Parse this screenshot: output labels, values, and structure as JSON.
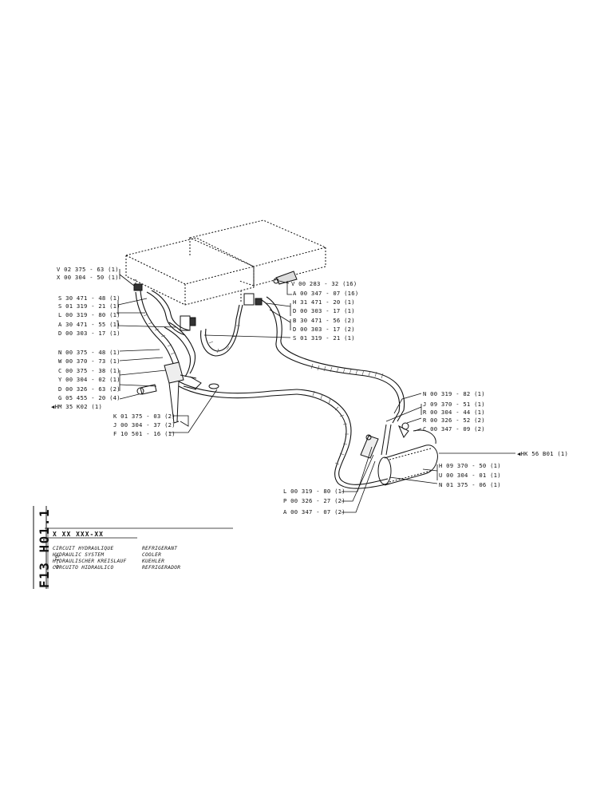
{
  "labels_left": [
    "V 02 375 - 63 (1)",
    "X 00 304 - 50 (1)",
    "S 30 471 - 48 (1)",
    "S 01 319 - 21 (1)",
    "L 00 319 - 80 (1)",
    "A 30 471 - 55 (1)",
    "D 00 303 - 17 (1)",
    "N 00 375 - 48 (1)",
    "W 00 370 - 73 (1)",
    "C 00 375 - 38 (1)",
    "Y 00 304 - 02 (1)",
    "D 00 326 - 63 (2)",
    "G 05 455 - 20 (4)",
    "HM 35 K02 (1)"
  ],
  "labels_center": [
    "K 01 375 - 03 (2)",
    "J 00 304 - 37 (2)",
    "F 10 501 - 16 (1)"
  ],
  "labels_right_top": [
    "V 00 283 - 32 (16)",
    "A 00 347 - 07 (16)",
    "H 31 471 - 20 (1)",
    "D 00 303 - 17 (1)",
    "B 30 471 - 56 (2)",
    "D 00 303 - 17 (2)",
    "S 01 319 - 21 (1)"
  ],
  "labels_right_mid": [
    "N 00 319 - 82 (1)",
    "J 09 370 - 51 (1)",
    "R 00 304 - 44 (1)",
    "R 00 326 - 52 (2)",
    "C 00 347 - 09 (2)"
  ],
  "label_far_right": "HK 56   B01 (1)",
  "labels_right_low": [
    "H 09 370 - 50 (1)",
    "U 00 304 - 01 (1)",
    "N 01 375 - 06 (1)"
  ],
  "labels_bottom": [
    "L 00 319 - 80 (1)",
    "P 00 326 - 27 (2)",
    "A 00 347 - 07 (2)"
  ],
  "side": {
    "title": "F13 H01.1",
    "date": "6-79"
  },
  "title_block": {
    "code": "X XX XXX-XX",
    "lines_left": [
      "CIRCUIT HYDRAULIQUE",
      "HYDRAULIC SYSTEM",
      "HYDRAULISCHER KREISLAUF",
      "CIRCUITO HIDRAULICO"
    ],
    "lines_right": [
      "REFRIGERANT",
      "COOLER",
      "KUEHLER",
      "REFRIGERADOR"
    ]
  }
}
